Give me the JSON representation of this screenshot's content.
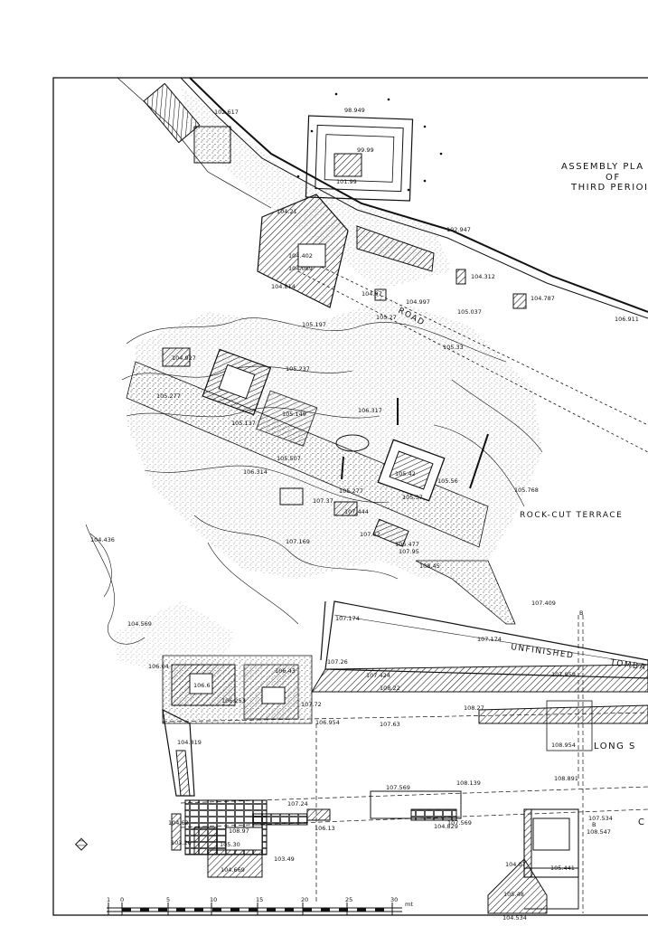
{
  "title": {
    "line1": "ASSEMBLY PLA",
    "line2": "OF",
    "line3": "THIRD PERIOI"
  },
  "labels": {
    "rock_cut_terrace": "ROCK-CUT TERRACE",
    "unfinished": "UNFINISHED",
    "tomb_fragment": "TOMBA",
    "long_fragment": "LONG S",
    "road": "ROAD",
    "c_fragment": "C",
    "b_upper": "B",
    "b_lower": "B"
  },
  "elevations": [
    {
      "id": "e1",
      "text": "98.949"
    },
    {
      "id": "e2",
      "text": "99.99"
    },
    {
      "id": "e3",
      "text": "101.99"
    },
    {
      "id": "e4",
      "text": "102.617"
    },
    {
      "id": "e5",
      "text": "104.21"
    },
    {
      "id": "e6",
      "text": "102.947"
    },
    {
      "id": "e7",
      "text": "104.402"
    },
    {
      "id": "e8",
      "text": "104.089"
    },
    {
      "id": "e9",
      "text": "104.814"
    },
    {
      "id": "e10",
      "text": "104.312"
    },
    {
      "id": "e11",
      "text": "104.97"
    },
    {
      "id": "e12",
      "text": "104.997"
    },
    {
      "id": "e13",
      "text": "104.787"
    },
    {
      "id": "e14",
      "text": "105.037"
    },
    {
      "id": "e15",
      "text": "105.27"
    },
    {
      "id": "e16",
      "text": "105.197"
    },
    {
      "id": "e17",
      "text": "105.33"
    },
    {
      "id": "e18",
      "text": "106.911"
    },
    {
      "id": "e19",
      "text": "104.927"
    },
    {
      "id": "e20",
      "text": "105.237"
    },
    {
      "id": "e21",
      "text": "105.277"
    },
    {
      "id": "e22",
      "text": "105.137"
    },
    {
      "id": "e23",
      "text": "105.149"
    },
    {
      "id": "e24",
      "text": "106.317"
    },
    {
      "id": "e25",
      "text": "105.42"
    },
    {
      "id": "e26",
      "text": "105.507"
    },
    {
      "id": "e27",
      "text": "106.314"
    },
    {
      "id": "e28",
      "text": "105.56"
    },
    {
      "id": "e29",
      "text": "105.768"
    },
    {
      "id": "e30",
      "text": "105.277"
    },
    {
      "id": "e31",
      "text": "105.37"
    },
    {
      "id": "e32",
      "text": "107.37"
    },
    {
      "id": "e33",
      "text": "107.444"
    },
    {
      "id": "e34",
      "text": "107.169"
    },
    {
      "id": "e35",
      "text": "107.62"
    },
    {
      "id": "e36",
      "text": "106.477"
    },
    {
      "id": "e37",
      "text": "107.95"
    },
    {
      "id": "e38",
      "text": "108.45"
    },
    {
      "id": "e39",
      "text": "104.436"
    },
    {
      "id": "e40",
      "text": "104.569"
    },
    {
      "id": "e41",
      "text": "107.409"
    },
    {
      "id": "e42",
      "text": "107.174"
    },
    {
      "id": "e43",
      "text": "107.174"
    },
    {
      "id": "e44",
      "text": "107.26"
    },
    {
      "id": "e45",
      "text": "107.424"
    },
    {
      "id": "e46",
      "text": "108.22"
    },
    {
      "id": "e47",
      "text": "107.959"
    },
    {
      "id": "e48",
      "text": "108.27"
    },
    {
      "id": "e49",
      "text": "107.63"
    },
    {
      "id": "e50",
      "text": "106.954"
    },
    {
      "id": "e51",
      "text": "108.954"
    },
    {
      "id": "e52",
      "text": "106.04"
    },
    {
      "id": "e53",
      "text": "106.6"
    },
    {
      "id": "e54",
      "text": "106.43"
    },
    {
      "id": "e55",
      "text": "106.253"
    },
    {
      "id": "e56",
      "text": "107.72"
    },
    {
      "id": "e57",
      "text": "104.819"
    },
    {
      "id": "e58",
      "text": "107.569"
    },
    {
      "id": "e59",
      "text": "108.139"
    },
    {
      "id": "e60",
      "text": "108.891"
    },
    {
      "id": "e61",
      "text": "107.24"
    },
    {
      "id": "e62",
      "text": "104.62"
    },
    {
      "id": "e63",
      "text": "108.97"
    },
    {
      "id": "e64",
      "text": "106.13"
    },
    {
      "id": "e65",
      "text": "107.569"
    },
    {
      "id": "e66",
      "text": "104.829"
    },
    {
      "id": "e67",
      "text": "103.26"
    },
    {
      "id": "e68",
      "text": "105.30"
    },
    {
      "id": "e69",
      "text": "103.49"
    },
    {
      "id": "e70",
      "text": "104.669"
    },
    {
      "id": "e71",
      "text": "107.534"
    },
    {
      "id": "e72",
      "text": "108.547"
    },
    {
      "id": "e73",
      "text": "104.07"
    },
    {
      "id": "e74",
      "text": "105.441"
    },
    {
      "id": "e75",
      "text": "105.48"
    },
    {
      "id": "e76",
      "text": "104.534"
    }
  ],
  "scale_bar": {
    "ticks": [
      "1",
      "0",
      "5",
      "10",
      "15",
      "20",
      "25",
      "30"
    ],
    "unit": "mt"
  }
}
